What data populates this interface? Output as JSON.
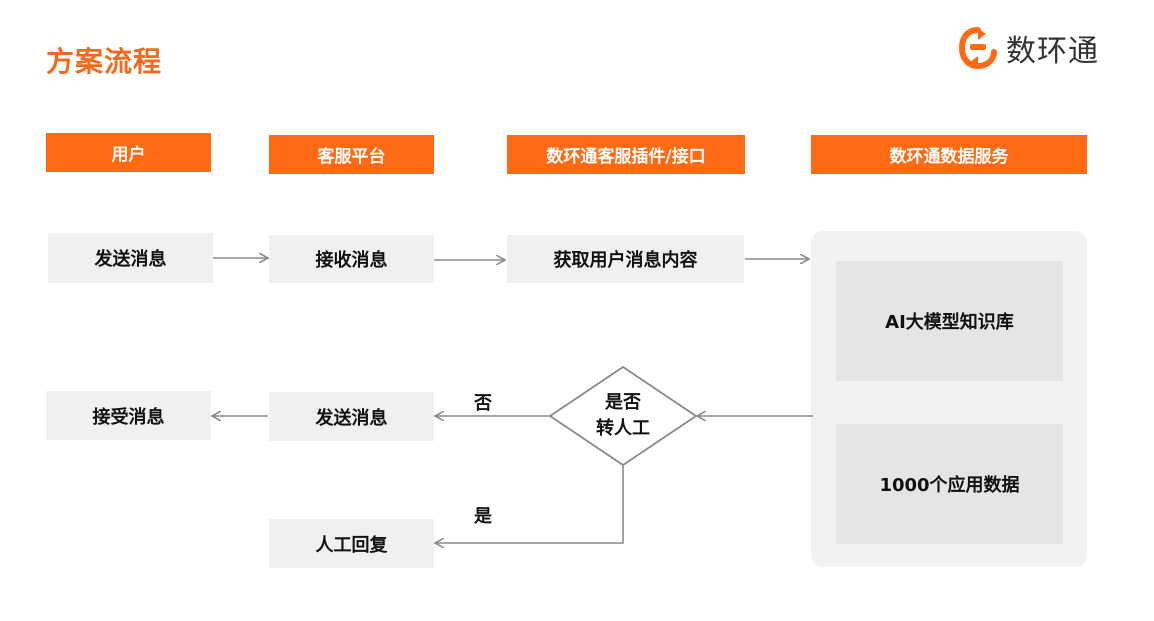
{
  "page": {
    "title": "方案流程"
  },
  "logo": {
    "name": "数环通",
    "icon": "brand-logo-icon",
    "accent": "#ff6a13"
  },
  "columns": [
    "用户",
    "客服平台",
    "数环通客服插件/接口",
    "数环通数据服务"
  ],
  "flow": {
    "user_send": "发送消息",
    "platform_receive": "接收消息",
    "plugin_fetch": "获取用户消息内容",
    "data_services": [
      "AI大模型知识库",
      "1000个应用数据"
    ],
    "decision": {
      "line1": "是否",
      "line2": "转人工"
    },
    "no_label": "否",
    "yes_label": "是",
    "platform_send": "发送消息",
    "user_receive": "接受消息",
    "manual_reply": "人工回复"
  },
  "colors": {
    "accent": "#ff6a13",
    "box_bg": "#f0f0f0",
    "arrow": "#8a8a8a"
  }
}
